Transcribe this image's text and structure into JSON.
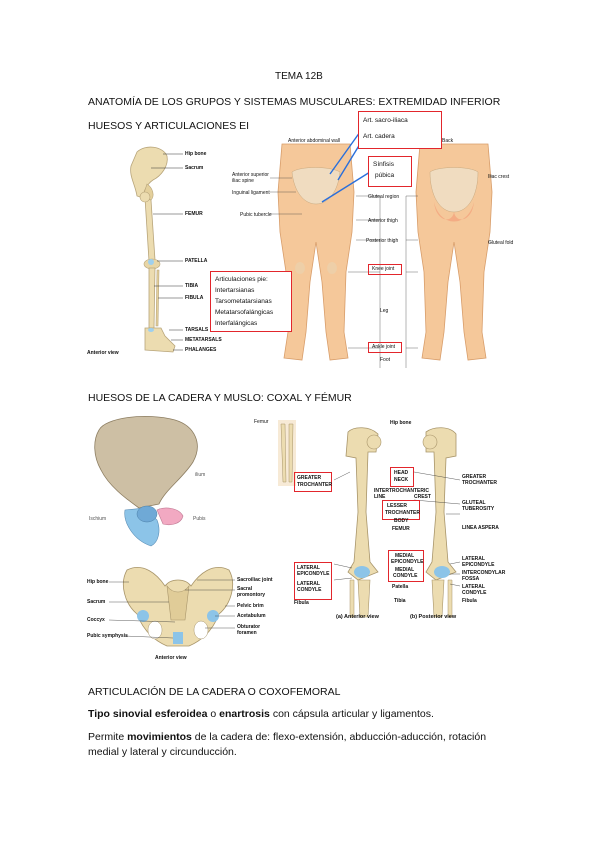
{
  "title": "TEMA 12B",
  "heading": "ANATOMÍA DE LOS GRUPOS Y SISTEMAS MUSCULARES: EXTREMIDAD INFERIOR",
  "section1": {
    "title": "HUESOS Y ARTICULACIONES EI",
    "skeleton_labels": {
      "hip_bone": "Hip bone",
      "sacrum": "Sacrum",
      "femur": "FEMUR",
      "patella": "PATELLA",
      "tibia": "TIBIA",
      "fibula": "FIBULA",
      "tarsals": "TARSALS",
      "metatarsals": "METATARSALS",
      "phalanges": "PHALANGES",
      "view": "Anterior view"
    },
    "box_sacro": [
      "Art. sacro-iliaca",
      "Art. cadera"
    ],
    "box_sinfisis": [
      "Sínfisis",
      "púbica"
    ],
    "box_pie": [
      "Articulaciones pie:",
      "Intertarsianas",
      "Tarsometatarsianas",
      "Metatarsofalángicas",
      "Interfalángicas"
    ],
    "body_labels": {
      "ant_wall": "Anterior abdominal wall",
      "back": "Back",
      "iliac_spine": "Anterior superior iliac spine",
      "inguinal": "Inguinal ligament",
      "pubic": "Pubic tubercle",
      "gluteal_region": "Gluteal region",
      "ant_thigh": "Anterior thigh",
      "post_thigh": "Posterior thigh",
      "knee": "Knee joint",
      "leg": "Leg",
      "ankle": "Ankle joint",
      "foot": "Foot",
      "iliac_crest": "Iliac crest",
      "gluteal_fold": "Gluteal fold"
    }
  },
  "section2": {
    "title": "HUESOS DE LA CADERA Y MUSLO: COXAL Y FÉMUR",
    "coxal_labels": {
      "ilium": "ilium",
      "ischium": "Ischium",
      "pubis": "Pubis"
    },
    "pelvis_labels": {
      "hip_bone": "Hip bone",
      "sacrum": "Sacrum",
      "coccyx": "Coccyx",
      "pubic_symphysis": "Pubic symphysis",
      "sacroiliac": "Sacroiliac joint",
      "sacral_prom_1": "Sacral",
      "sacral_prom_2": "promontory",
      "pelvic_brim": "Pelvic brim",
      "acetabulum": "Acetabulum",
      "obturator_1": "Obturator",
      "obturator_2": "foramen",
      "view": "Anterior view"
    },
    "femur_labels": {
      "femur_small": "Femur",
      "hip_bone": "Hip bone",
      "greater_troch_l": [
        "GREATER",
        "TROCHANTER"
      ],
      "head_neck": [
        "HEAD",
        "NECK"
      ],
      "greater_troch_r": [
        "GREATER",
        "TROCHANTER"
      ],
      "intertroch_line": [
        "INTERTROCHANTERIC",
        "LINE"
      ],
      "crest": "CREST",
      "lesser_troch": [
        "LESSER",
        "TROCHANTER"
      ],
      "gluteal_tub": [
        "GLUTEAL",
        "TUBEROSITY"
      ],
      "body": "BODY",
      "femur": "FEMUR",
      "linea_aspera": "LINEA ASPERA",
      "medial_epi": [
        "MEDIAL",
        "EPICONDYLE"
      ],
      "medial_cond": [
        "MEDIAL",
        "CONDYLE"
      ],
      "lateral_epi_l": [
        "LATERAL",
        "EPICONDYLE"
      ],
      "lateral_cond_l": [
        "LATERAL",
        "CONDYLE"
      ],
      "lateral_epi_r": [
        "LATERAL",
        "EPICONDYLE"
      ],
      "intercondylar": [
        "INTERCONDYLAR",
        "FOSSA"
      ],
      "lateral_cond_r": [
        "LATERAL",
        "CONDYLE"
      ],
      "patella": "Patella",
      "fibula_l": "Fibula",
      "tibia": "Tibia",
      "fibula_r": "Fibula",
      "view_a": "(a) Anterior view",
      "view_b": "(b) Posterior view"
    }
  },
  "section3": {
    "title": "ARTICULACIÓN DE LA CADERA O COXOFEMORAL",
    "p1_bold1": "Tipo sinovial esferoidea",
    "p1_mid": " o ",
    "p1_bold2": "enartrosis",
    "p1_rest": " con cápsula articular y ligamentos.",
    "p2_pre": "Permite ",
    "p2_bold": "movimientos",
    "p2_line1": " de la cadera de: flexo-extensión, abducción-aducción, rotación",
    "p2_line2": "medial y lateral y circunducción."
  },
  "colors": {
    "red": "#e2262c",
    "bone": "#ecdcb0",
    "skin": "#f5c89a",
    "blue": "#8cc4e8",
    "pink": "#f2a9c2"
  }
}
